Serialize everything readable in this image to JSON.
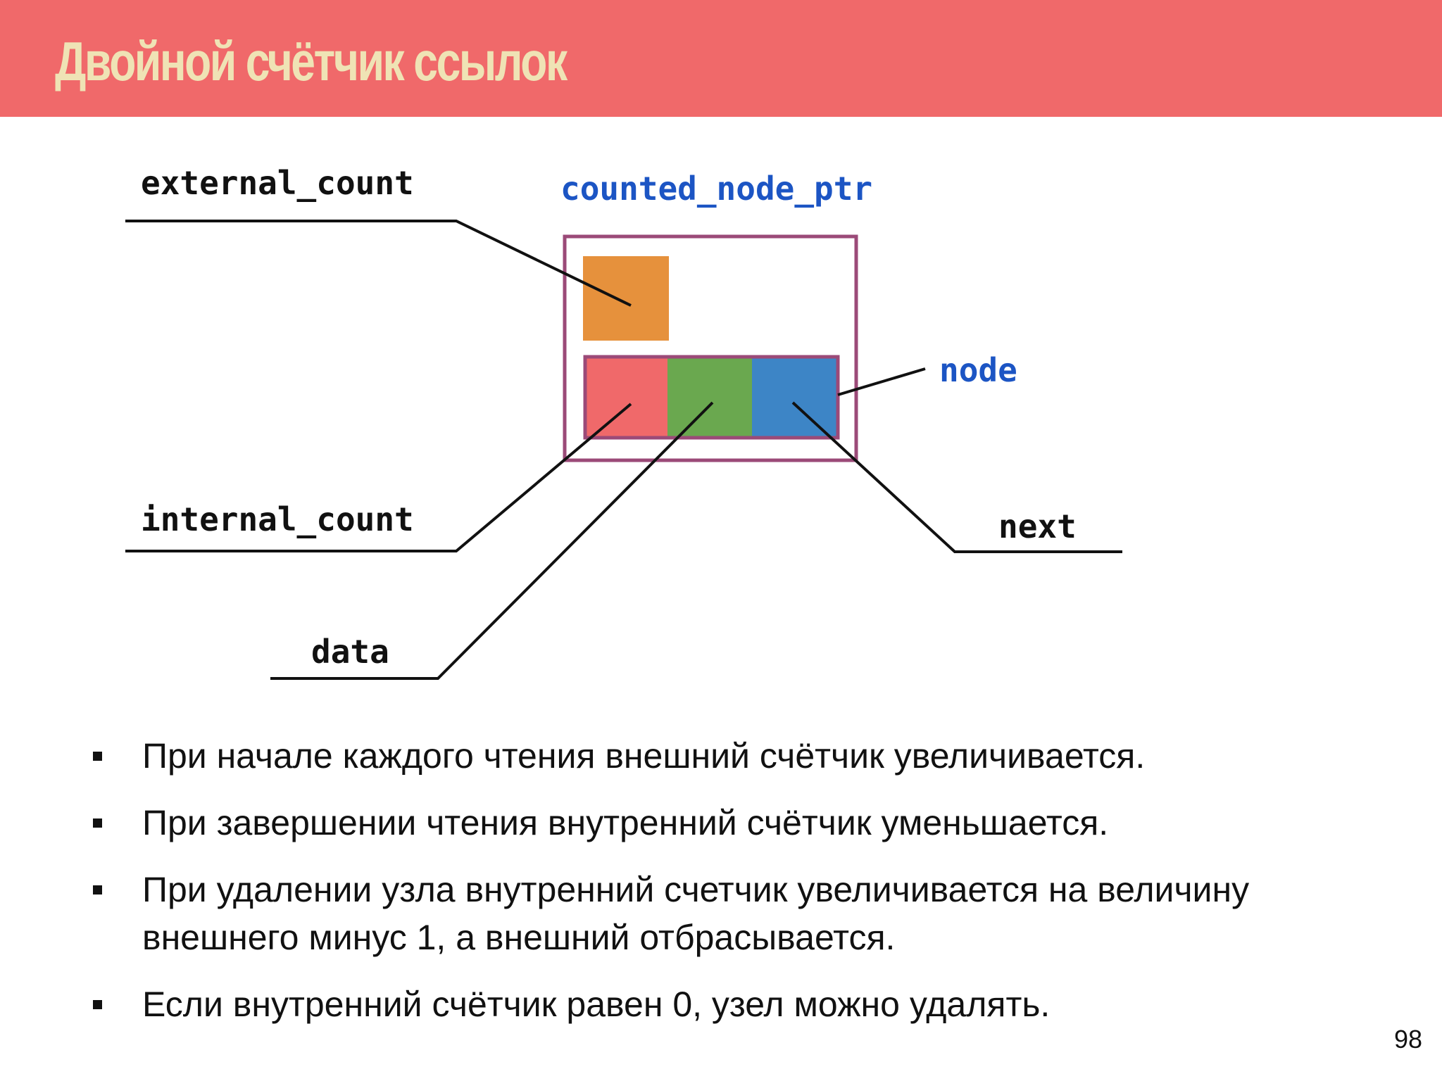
{
  "slide": {
    "title": "Двойной счётчик ссылок",
    "page_number": "98"
  },
  "diagram": {
    "struct_label": "counted_node_ptr",
    "node_label": "node",
    "labels": {
      "external_count": "external_count",
      "internal_count": "internal_count",
      "data": "data",
      "next": "next"
    },
    "colors": {
      "header": "#f0696a",
      "title": "#efe3b5",
      "frame": "#9b4a78",
      "external_count": "#e6913c",
      "internal_count": "#f0696a",
      "data": "#6aa84f",
      "next": "#3d85c6",
      "accent_label": "#1c55c4"
    }
  },
  "bullets": [
    "При начале каждого чтения внешний счётчик увеличивается.",
    "При завершении чтения внутренний счётчик уменьшается.",
    "При удалении узла внутренний счетчик увеличивается на величину внешнего минус 1, а внешний отбрасывается.",
    "Если внутренний счётчик равен 0, узел можно удалять."
  ]
}
